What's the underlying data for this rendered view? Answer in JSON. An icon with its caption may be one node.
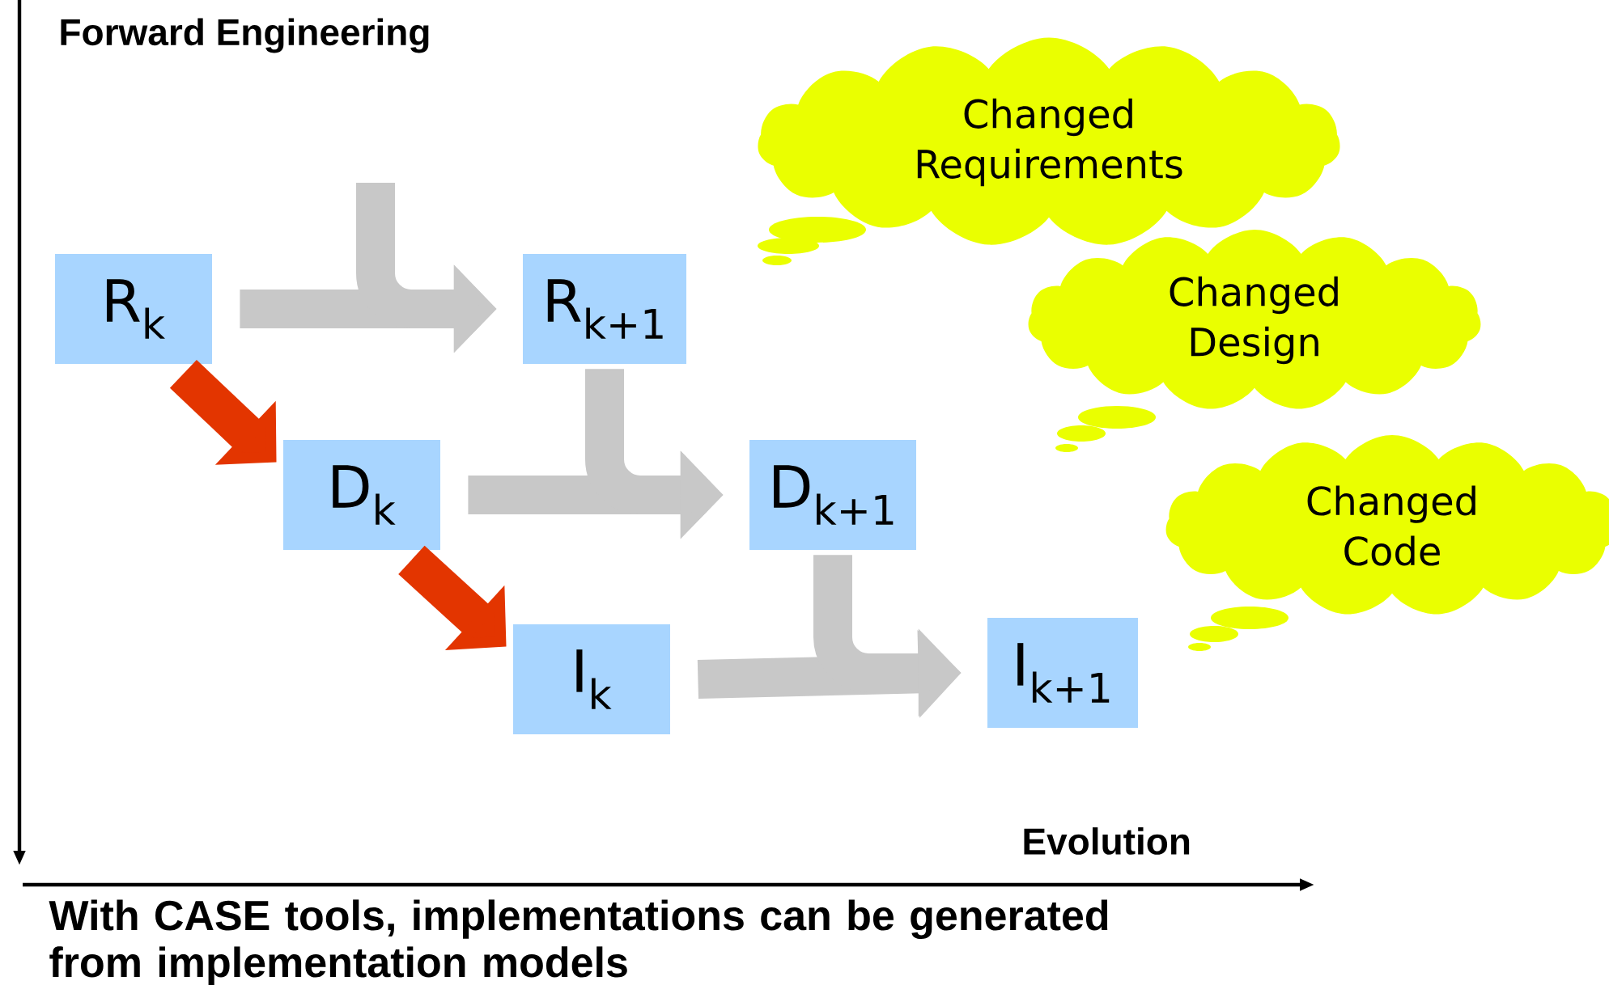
{
  "diagram": {
    "caption": "With CASE tools, implementations can be generated from implementation models",
    "nodes": [
      {
        "text": [
          "R$_{k}$"
        ]
      },
      {
        "text": [
          "R$_{k+1}$"
        ]
      },
      {
        "text": [
          "D$_{k}$"
        ]
      },
      {
        "text": [
          "D$_{k+1}$"
        ]
      },
      {
        "text": [
          "I$_{k}$"
        ]
      },
      {
        "text": [
          "I$_{k+1}$"
        ]
      },
      {
        "text": [
          "Changed Requirements"
        ]
      },
      {
        "text": [
          "Changed Design"
        ]
      },
      {
        "text": [
          "Changed Code"
        ]
      }
    ],
    "edges": [
      {
        "from": 0,
        "to": 1,
        "arrow": "to"
      },
      {
        "from": null,
        "to": 1,
        "arrow": "to"
      },
      {
        "from": 0,
        "to": 2,
        "arrow": "to",
        "color": "#e33500"
      },
      {
        "from": 2,
        "to": 3,
        "arrow": "to"
      },
      {
        "from": 1,
        "to": 3,
        "arrow": "to"
      },
      {
        "from": 2,
        "to": 4,
        "arrow": "to",
        "color": "#e33500"
      },
      {
        "from": 4,
        "to": 5,
        "arrow": "to"
      },
      {
        "from": 3,
        "to": 5,
        "arrow": "to"
      }
    ],
    "labels": [
      "Forward Engineering",
      "Evolution"
    ]
  }
}
